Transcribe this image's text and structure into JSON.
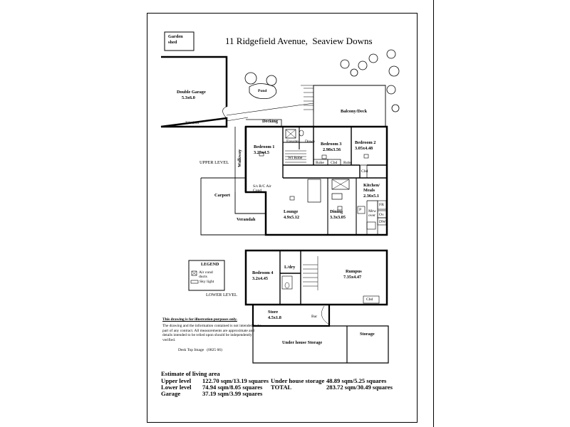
{
  "plan": {
    "title": "11 Ridgefield Avenue,  Seaview Downs",
    "levels": {
      "upper": "UPPER LEVEL",
      "lower": "LOWER LEVEL"
    },
    "rooms": {
      "garden_shed": {
        "name": "Garden",
        "name2": "shed"
      },
      "double_garage": {
        "name": "Double Garage",
        "dims": "5.3x6.0",
        "note": "Tilt door"
      },
      "pond": "Pond",
      "decking": "Decking",
      "balcony": "Balcony/Deck",
      "walkway": "Walkway",
      "carport": "Carport",
      "verandah": "Verandah",
      "bedroom1": {
        "name": "Bedroom 1",
        "dims": "3.25x4.5"
      },
      "ensuite": "Ensuite",
      "down": "Down",
      "wi_robe": "WI Robe",
      "bedroom3": {
        "name": "Bedroom 3",
        "dims": "2.98x3.56"
      },
      "bedroom2": {
        "name": "Bedroom 2",
        "dims": "3.05x4.48"
      },
      "robe1": "Robe",
      "cbd1": "Cbd",
      "robe2": "Robe",
      "cbd2": "Cbd",
      "air_cond": "S/s R/C Air\nCond",
      "kitchen": {
        "name": "Kitchen/\nMeals",
        "dims": "2.36x5.1"
      },
      "lounge": {
        "name": "Lounge",
        "dims": "4.9x5.12"
      },
      "dining": {
        "name": "Dining",
        "dims": "3.3x3.05"
      },
      "pantry": "P",
      "fridge": "FR",
      "oven": "Mrw\nover",
      "ov": "Ov",
      "dw": "DW",
      "bedroom4": {
        "name": "Bedroom 4",
        "dims": "3.2x4.45"
      },
      "laundry": "L/dry",
      "rumpus": {
        "name": "Rumpus",
        "dims": "7.35x4.47"
      },
      "cbd3": "Cbd",
      "store": {
        "name": "Store",
        "dims": "4.5x1.8"
      },
      "bar": "Bar",
      "under_house": "Under house Storage",
      "storage": "Storage"
    },
    "legend": {
      "title": "LEGEND",
      "item1": "Air cond\nducts",
      "item2": "Sky light"
    },
    "disclaimer": {
      "heading": "This drawing is for illustration purposes only.",
      "body": "The drawing and the information contained is not intended to be part of any contract. All measurements are approximate and details intended to be relied upon should be independently verified."
    },
    "credit": "Desk Top Image   (0825 66)",
    "area": {
      "heading": "Estimate of living area",
      "rows": [
        {
          "label": "Upper level",
          "value": "122.70 sqm/13.19 squares"
        },
        {
          "label": "Lower level",
          "value": "74.94 sqm/8.05 squares"
        },
        {
          "label": "Garage",
          "value": "37.19 sqm/3.99 squares"
        }
      ],
      "rows_right": [
        {
          "label": "Under house storage",
          "value": "48.89 sqm/5.25 squares"
        },
        {
          "label": "TOTAL",
          "value": "283.72 sqm/30.49 squares"
        }
      ]
    }
  }
}
